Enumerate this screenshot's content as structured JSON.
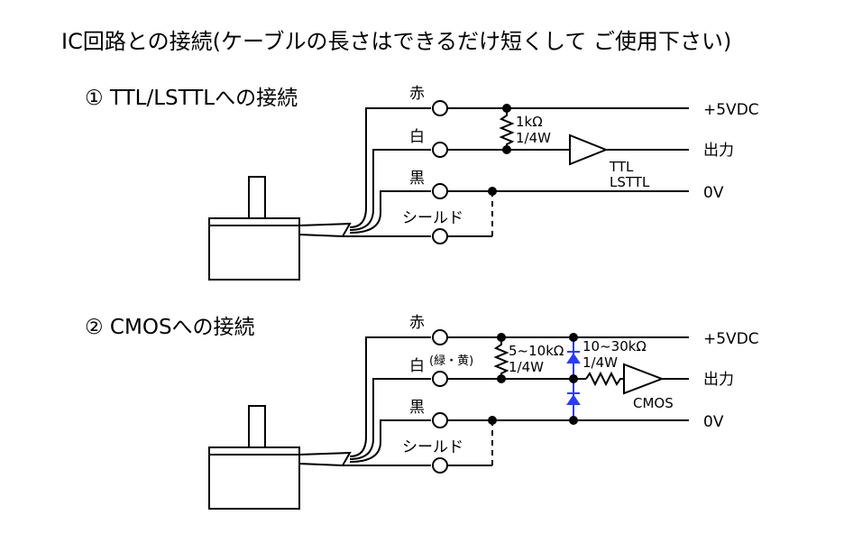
{
  "title": "IC回路との接続(ケーブルの長さはできるだけ短くして ご使用下さい)",
  "section1": {
    "heading": "① TTL/LSTTLへの接続",
    "wires": {
      "red": "赤",
      "white": "白",
      "black": "黒",
      "shield": "シールド"
    },
    "resistor": {
      "value": "1kΩ",
      "power": "1/4W"
    },
    "gate_labels": [
      "TTL",
      "LSTTL"
    ],
    "outputs": {
      "vcc": "+5VDC",
      "out": "出力",
      "gnd": "0V"
    }
  },
  "section2": {
    "heading": "② CMOSへの接続",
    "wires": {
      "red": "赤",
      "white": "白",
      "white_note": "(緑・黄)",
      "black": "黒",
      "shield": "シールド"
    },
    "resistor1": {
      "value": "5~10kΩ",
      "power": "1/4W"
    },
    "resistor2": {
      "value": "10~30kΩ",
      "power": "1/4W"
    },
    "gate_label": "CMOS",
    "outputs": {
      "vcc": "+5VDC",
      "out": "出力",
      "gnd": "0V"
    }
  },
  "colors": {
    "line": "#000000",
    "diode": "#2b3cff"
  }
}
